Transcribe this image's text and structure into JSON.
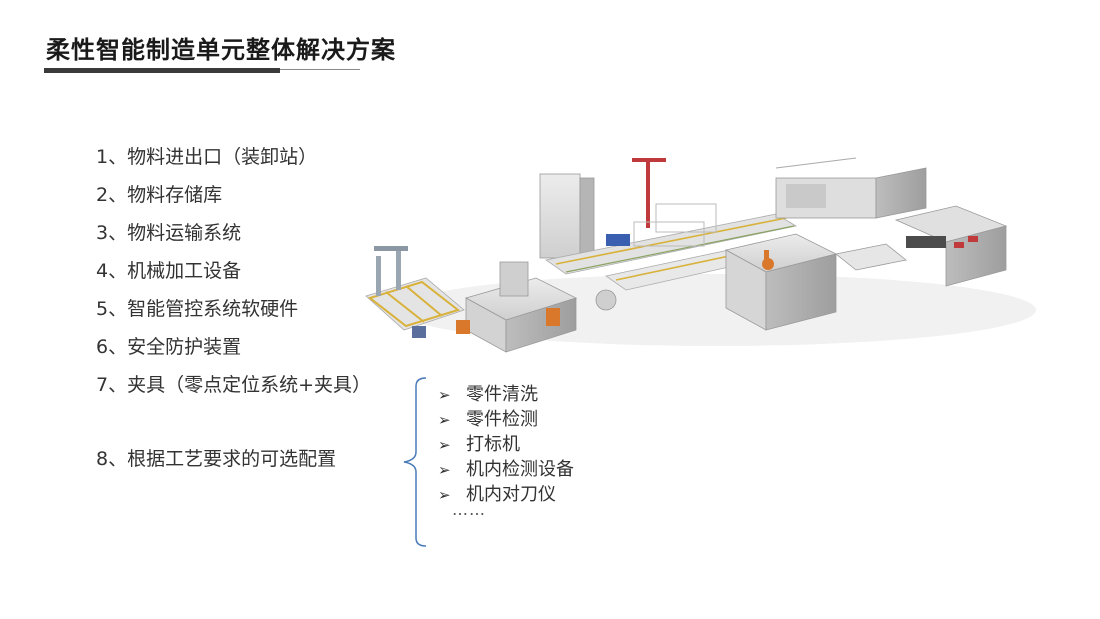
{
  "page": {
    "title": "柔性智能制造单元整体解决方案"
  },
  "items": [
    "1、物料进出口（装卸站）",
    "2、物料存储库",
    "3、物料运输系统",
    "4、机械加工设备",
    "5、智能管控系统软硬件",
    "6、安全防护装置",
    "7、夹具（零点定位系统+夹具）",
    "8、根据工艺要求的可选配置"
  ],
  "options": {
    "bullet_icon": "arrow-bullet-icon",
    "list": [
      "零件清洗",
      "零件检测",
      "打标机",
      "机内检测设备",
      "机内对刀仪"
    ],
    "ellipsis": "……"
  },
  "illustration": {
    "icon": "production-line-illustration",
    "colors": {
      "machine_gray": "#d9d9d9",
      "accent_red": "#c0393b",
      "conveyor_yellow": "#d8b23a",
      "robot_orange": "#d9772b"
    }
  },
  "colors": {
    "title_bar": "#3a3a3a",
    "brace": "#4a7ab8",
    "text": "#333333"
  }
}
